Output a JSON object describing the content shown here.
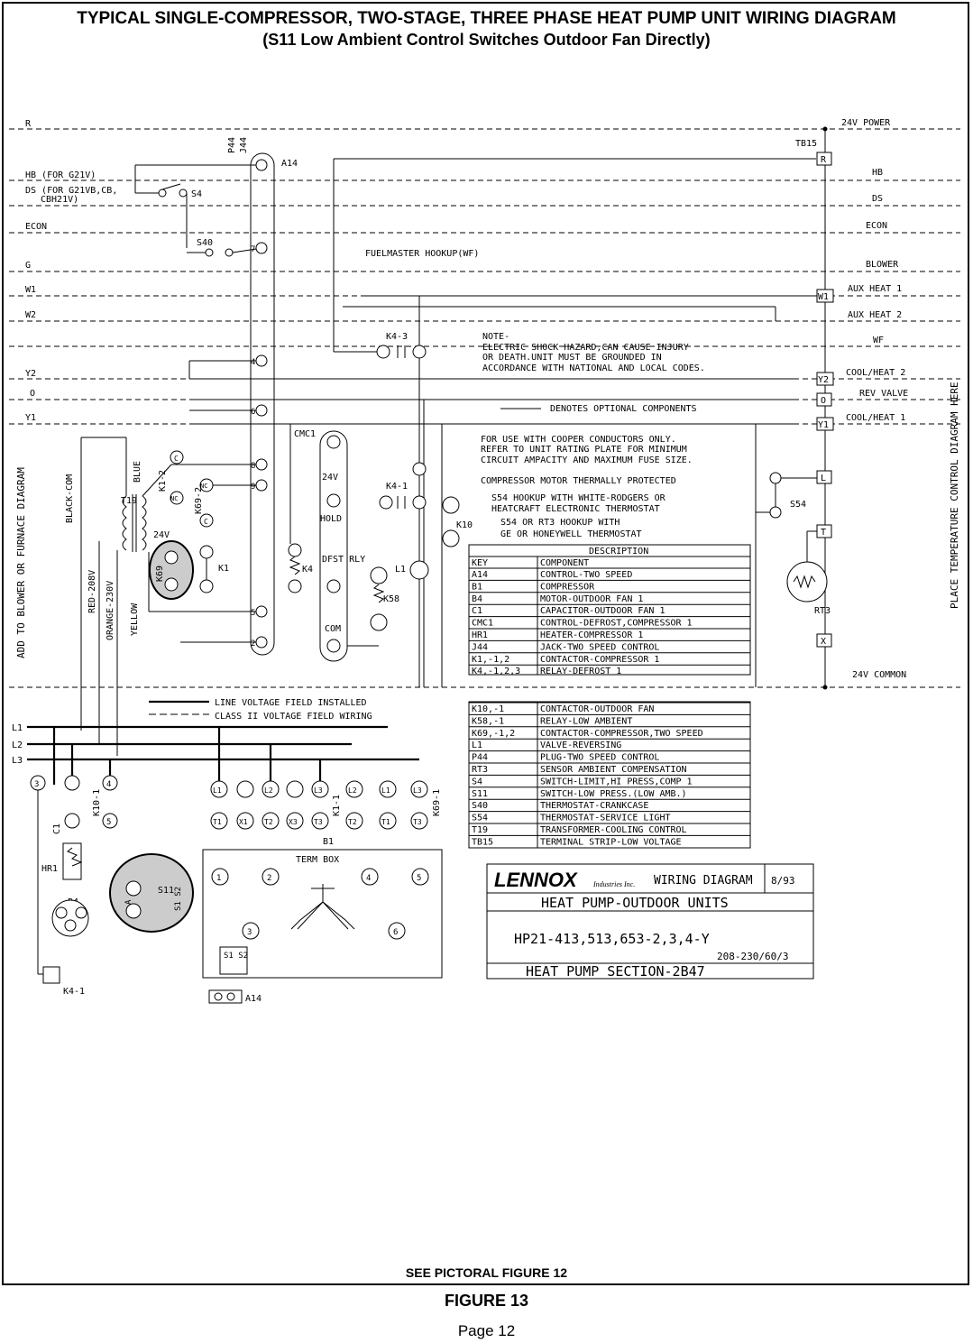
{
  "header": {
    "title": "TYPICAL SINGLE-COMPRESSOR, TWO-STAGE, THREE PHASE HEAT PUMP UNIT WIRING DIAGRAM",
    "subtitle": "(S11 Low Ambient Control Switches Outdoor Fan Directly)"
  },
  "left_terminals": [
    {
      "label": "R"
    },
    {
      "label": "HB (FOR G21V)"
    },
    {
      "label": "DS (FOR G21VB,CB,"
    },
    {
      "label": "CBH21V)"
    },
    {
      "label": "ECON"
    },
    {
      "label": "G"
    },
    {
      "label": "W1"
    },
    {
      "label": "W2"
    },
    {
      "label": "Y2"
    },
    {
      "label": "O"
    },
    {
      "label": "Y1"
    }
  ],
  "right_terminals": [
    {
      "label": "24V POWER"
    },
    {
      "label": "TB15"
    },
    {
      "label": "HB"
    },
    {
      "label": "DS"
    },
    {
      "label": "ECON"
    },
    {
      "label": "BLOWER"
    },
    {
      "label": "AUX HEAT 1"
    },
    {
      "label": "AUX HEAT 2"
    },
    {
      "label": "WF"
    },
    {
      "label": "COOL/HEAT 2"
    },
    {
      "label": "REV VALVE"
    },
    {
      "label": "COOL/HEAT 1"
    },
    {
      "label": "24V COMMON"
    }
  ],
  "terminal_letters": [
    "R",
    "W1",
    "Y2",
    "O",
    "Y1",
    "L",
    "T",
    "X"
  ],
  "side_labels": {
    "left": "ADD TO BLOWER OR FURNACE DIAGRAM",
    "right": "PLACE TEMPERATURE CONTROL DIAGRAM HERE"
  },
  "wire_colors": [
    "BLACK-COM",
    "BLUE",
    "RED-208V",
    "ORANGE-230V",
    "YELLOW",
    "24V"
  ],
  "component_labels": [
    "A14",
    "P44",
    "J44",
    "S4",
    "S40",
    "K1-2",
    "K69-2",
    "K1",
    "K69",
    "T19",
    "CMC1",
    "24V",
    "HOLD",
    "DFST RLY",
    "COM",
    "K4",
    "K4-3",
    "K4-1",
    "K10",
    "L1",
    "K58",
    "S54",
    "RT3",
    "B1",
    "TERM BOX",
    "HR1",
    "B4",
    "C1",
    "K10-1",
    "K4-1",
    "K1-1",
    "K69-1",
    "K58",
    "A",
    "S11",
    "S1 S2",
    "A14"
  ],
  "annotations": {
    "fuelmaster": "FUELMASTER HOOKUP(WF)",
    "note": [
      "NOTE-",
      "ELECTRIC SHOCK HAZARD,CAN CAUSE INJURY",
      "OR DEATH.UNIT MUST BE GROUNDED IN",
      "ACCORDANCE WITH NATIONAL AND LOCAL CODES."
    ],
    "optional": "DENOTES OPTIONAL COMPONENTS",
    "notes": [
      "FOR USE WITH COOPER CONDUCTORS ONLY.",
      "REFER TO UNIT RATING PLATE FOR MINIMUM",
      "CIRCUIT AMPACITY AND MAXIMUM FUSE SIZE.",
      "COMPRESSOR MOTOR THERMALLY PROTECTED",
      "S54 HOOKUP WITH WHITE-RODGERS OR",
      "HEATCRAFT ELECTRONIC THERMOSTAT",
      "S54 OR RT3 HOOKUP WITH",
      "GE OR HONEYWELL THERMOSTAT"
    ],
    "legend_line": "LINE VOLTAGE FIELD INSTALLED",
    "legend_class": "CLASS II VOLTAGE FIELD WIRING"
  },
  "power": [
    "L1",
    "L2",
    "L3"
  ],
  "key_table": {
    "header": "DESCRIPTION",
    "cols": [
      "KEY",
      "COMPONENT"
    ],
    "rows": [
      [
        "A14",
        "CONTROL-TWO SPEED"
      ],
      [
        "B1",
        "COMPRESSOR"
      ],
      [
        "B4",
        "MOTOR-OUTDOOR FAN 1"
      ],
      [
        "C1",
        "CAPACITOR-OUTDOOR FAN 1"
      ],
      [
        "CMC1",
        "CONTROL-DEFROST,COMPRESSOR 1"
      ],
      [
        "HR1",
        "HEATER-COMPRESSOR 1"
      ],
      [
        "J44",
        "JACK-TWO SPEED CONTROL"
      ],
      [
        "K1,-1,2",
        "CONTACTOR-COMPRESSOR 1"
      ],
      [
        "K4,-1,2,3",
        "RELAY-DEFROST 1"
      ]
    ]
  },
  "key_table2": {
    "rows": [
      [
        "K10,-1",
        "CONTACTOR-OUTDOOR FAN"
      ],
      [
        "K58,-1",
        "RELAY-LOW AMBIENT"
      ],
      [
        "K69,-1,2",
        "CONTACTOR-COMPRESSOR,TWO SPEED"
      ],
      [
        "L1",
        "VALVE-REVERSING"
      ],
      [
        "P44",
        "PLUG-TWO SPEED CONTROL"
      ],
      [
        "RT3",
        "SENSOR AMBIENT COMPENSATION"
      ],
      [
        "S4",
        "SWITCH-LIMIT,HI PRESS,COMP 1"
      ],
      [
        "S11",
        "SWITCH-LOW PRESS.(LOW AMB.)"
      ],
      [
        "S40",
        "THERMOSTAT-CRANKCASE"
      ],
      [
        "S54",
        "THERMOSTAT-SERVICE LIGHT"
      ],
      [
        "T19",
        "TRANSFORMER-COOLING CONTROL"
      ],
      [
        "TB15",
        "TERMINAL STRIP-LOW VOLTAGE"
      ]
    ]
  },
  "title_block": {
    "brand": "LENNOX",
    "brand_sub": "Industries Inc.",
    "doc": "WIRING DIAGRAM",
    "date": "8/93",
    "line1": "HEAT PUMP-OUTDOOR UNITS",
    "models": "HP21-413,513,653-2,3,4-Y",
    "voltage": "208-230/60/3",
    "section": "HEAT PUMP SECTION-2B47"
  },
  "compressor_terminals": [
    "L1",
    "T1",
    "L2",
    "T2",
    "L3",
    "T3",
    "X1",
    "X3",
    "K1-1",
    "L2",
    "T2",
    "L1",
    "T1",
    "L3",
    "T3",
    "K69-1"
  ],
  "footer": {
    "see": "SEE PICTORAL FIGURE 12",
    "figure": "FIGURE 13",
    "page": "Page 12"
  }
}
